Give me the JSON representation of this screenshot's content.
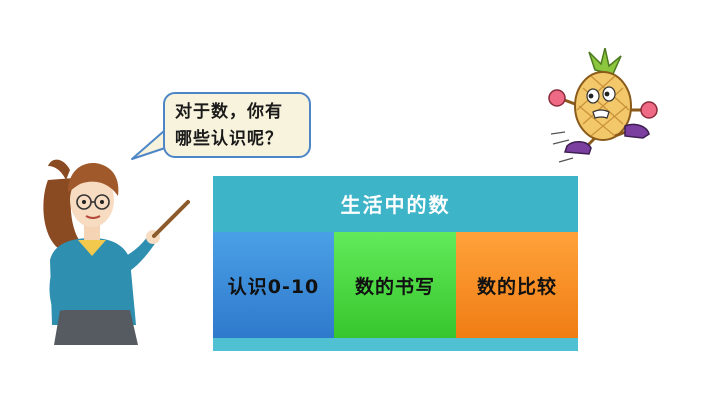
{
  "bubble": {
    "line1": "对于数，你有",
    "line2": "哪些认识呢？"
  },
  "board": {
    "title": "生活中的数",
    "topics": [
      {
        "label": "认识0-10",
        "color": "#3c8fdd"
      },
      {
        "label": "数的书写",
        "color": "#4fdc45"
      },
      {
        "label": "数的比较",
        "color": "#f7901f"
      }
    ],
    "title_color": "#3eb4c8"
  },
  "illustrations": {
    "teacher": "teacher-pointing-icon",
    "runner": "running-pineapple-icon"
  }
}
